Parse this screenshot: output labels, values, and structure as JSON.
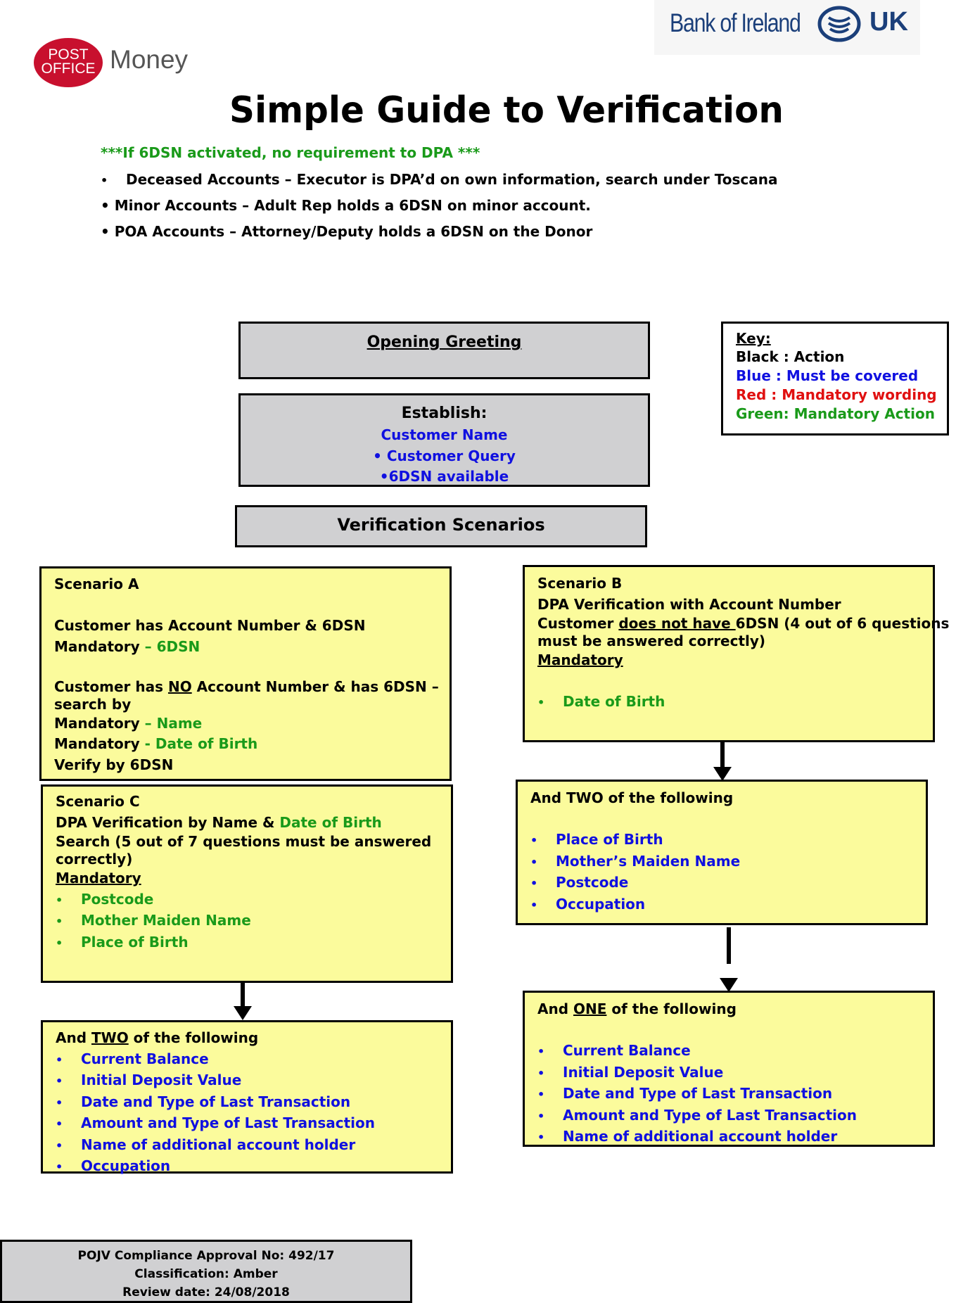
{
  "logos": {
    "post_office_circle_line1": "POST",
    "post_office_circle_line2": "OFFICE",
    "post_office_money": "Money",
    "boi_left": "Bank of Ireland",
    "boi_right": "UK"
  },
  "title": "Simple Guide to Verification",
  "intro": {
    "note": "***If 6DSN activated, no requirement to DPA ***",
    "bullets": [
      "Deceased Accounts – Executor is DPA’d on own information, search under Toscana",
      "Minor Accounts – Adult Rep holds a 6DSN on minor account.",
      "POA Accounts – Attorney/Deputy holds a 6DSN on the Donor"
    ],
    "bullet_char": "•"
  },
  "opening": {
    "label": "Opening Greeting"
  },
  "establish": {
    "heading": "Establish:",
    "items": [
      "Customer Name",
      "• Customer Query",
      "•6DSN available"
    ]
  },
  "scenarios_heading": "Verification Scenarios",
  "key": {
    "title": "Key:",
    "black": "Black : Action",
    "blue": "Blue : Must be covered",
    "red": "Red : Mandatory wording",
    "green": "Green: Mandatory Action",
    "colors": {
      "blue": "#1010e0",
      "red": "#e01010",
      "green": "#1a9a1a"
    }
  },
  "scenario_a": {
    "title": "Scenario A",
    "line1": "Customer has Account Number & 6DSN",
    "mand1_prefix": "Mandatory",
    "mand1_value": " – 6DSN",
    "l3_a": "Customer has ",
    "l3_no": "NO",
    "l3_b": " Account Number & has 6DSN –",
    "l3_c": "search by",
    "mand2_prefix": "Mandatory",
    "mand2_value": " – Name",
    "mand3_prefix": "Mandatory",
    "mand3_value": " - Date of Birth",
    "verify": "Verify by 6DSN"
  },
  "scenario_b": {
    "title": "Scenario B",
    "line1": "DPA Verification with Account Number",
    "l2_a": "Customer ",
    "l2_u": "does not have ",
    "l2_b": "6DSN (4 out of 6 questions",
    "l2_c": "must be answered correctly)",
    "mandatory": "Mandatory",
    "items": [
      "Date of Birth"
    ]
  },
  "scenario_b_two": {
    "heading": "And TWO of the following",
    "items": [
      "Place of Birth",
      "Mother’s Maiden Name",
      "Postcode",
      "Occupation"
    ]
  },
  "scenario_b_one": {
    "h_a": "And ",
    "h_u": "ONE",
    "h_b": " of the following",
    "items": [
      "Current Balance",
      "Initial Deposit Value",
      "Date and Type of Last Transaction",
      "Amount and Type of Last Transaction",
      "Name of additional account holder"
    ]
  },
  "scenario_c": {
    "title": "Scenario C",
    "l1_a": "DPA Verification by Name & ",
    "l1_b": "Date of Birth",
    "l2": "Search (5 out of 7 questions must be answered",
    "l3": "correctly)",
    "mandatory": "Mandatory",
    "items": [
      "Postcode",
      "Mother Maiden Name",
      "Place of Birth"
    ]
  },
  "scenario_c_two": {
    "h_a": "And ",
    "h_u": "TWO",
    "h_b": " of the following",
    "items": [
      "Current Balance",
      "Initial Deposit Value",
      "Date and Type of Last Transaction",
      "Amount and Type of Last Transaction",
      "Name of additional account holder",
      "Occupation"
    ]
  },
  "footer": {
    "approval": "POJV Compliance Approval No: 492/17",
    "classification": "Classification: Amber",
    "review": "Review date: 24/08/2018"
  }
}
